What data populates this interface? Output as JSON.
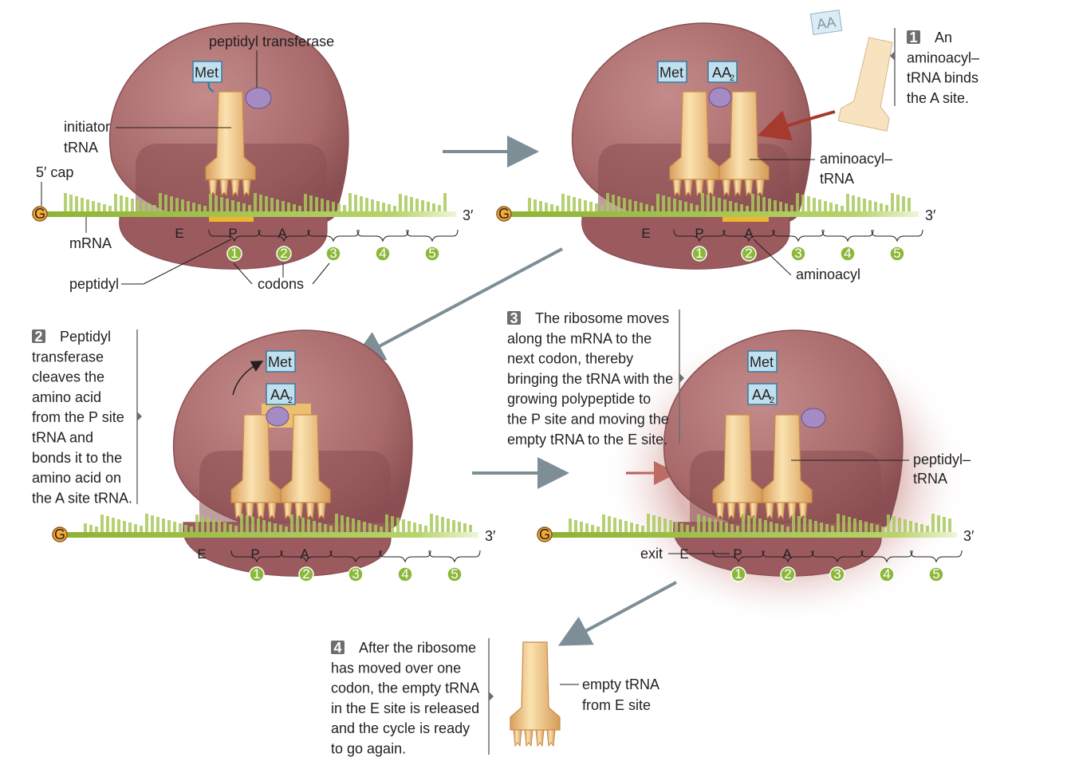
{
  "colors": {
    "ribosome": "#a86a6a",
    "ribosome_dark": "#8a4f52",
    "trna": "#f0c98a",
    "trna_dark": "#c98a4a",
    "mrna": "#9cbf3c",
    "codon_circle": "#8cb83a",
    "peptidyl_transferase": "#a58bc4",
    "aa_box": "#bfe0ee",
    "arrow_gray": "#7e8e96",
    "arrow_red": "#a63a2e"
  },
  "labels": {
    "peptidyl_transferase": "peptidyl transferase",
    "initiator_trna_1": "initiator",
    "initiator_trna_2": "tRNA",
    "five_prime_cap": "5′ cap",
    "mrna": "mRNA",
    "peptidyl": "peptidyl",
    "codons": "codons",
    "aminoacyl_trna_1": "aminoacyl–",
    "aminoacyl_trna_2": "tRNA",
    "aminoacyl": "aminoacyl",
    "peptidyl_trna_1": "peptidyl–",
    "peptidyl_trna_2": "tRNA",
    "exit": "exit",
    "empty_trna_1": "empty tRNA",
    "empty_trna_2": "from E site",
    "three_prime": "3′",
    "cap_letter": "G",
    "met": "Met",
    "aa2": "AA",
    "aa2_sub": "2",
    "site_e": "E",
    "site_p": "P",
    "site_a": "A",
    "codon_numbers": [
      "1",
      "2",
      "3",
      "4",
      "5"
    ]
  },
  "steps": [
    {
      "number": "1",
      "lines": [
        "An",
        "aminoacyl–",
        "tRNA binds",
        "the A site."
      ]
    },
    {
      "number": "2",
      "lines": [
        "Peptidyl",
        "transferase",
        "cleaves the",
        "amino acid",
        "from the P site",
        "tRNA and",
        "bonds it to the",
        "amino acid on",
        "the A site tRNA."
      ]
    },
    {
      "number": "3",
      "lines": [
        "The ribosome moves",
        "along the mRNA to the",
        "next codon, thereby",
        "bringing the tRNA with the",
        "growing polypeptide to",
        "the P site and moving the",
        "empty tRNA to the E site."
      ]
    },
    {
      "number": "4",
      "lines": [
        "After the ribosome",
        "has moved over one",
        "codon, the empty tRNA",
        "in the E site is released",
        "and the cycle is ready",
        "to go again."
      ]
    }
  ]
}
